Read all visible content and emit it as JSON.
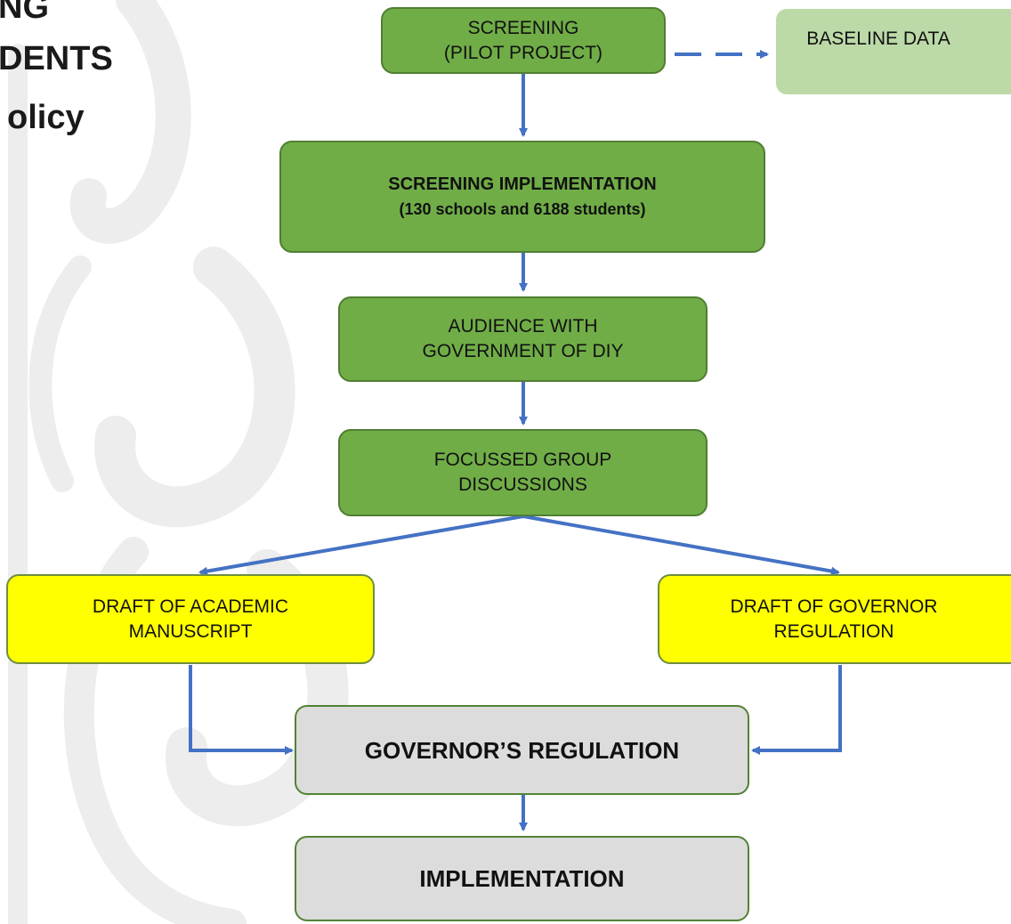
{
  "title": {
    "line1": "NG",
    "line2": "DENTS",
    "line3": "olicy"
  },
  "nodes": {
    "screening_pilot": [
      "SCREENING",
      "(PILOT PROJECT)"
    ],
    "baseline_data": [
      "BASELINE DATA"
    ],
    "screening_implementation": [
      "SCREENING IMPLEMENTATION",
      "(130 schools and 6188 students)"
    ],
    "audience": [
      "AUDIENCE WITH",
      "GOVERNMENT OF DIY"
    ],
    "fgd": [
      "FOCUSSED GROUP",
      "DISCUSSIONS"
    ],
    "draft_academic": [
      "DRAFT OF ACADEMIC",
      "MANUSCRIPT"
    ],
    "draft_governor": [
      "DRAFT OF GOVERNOR",
      "REGULATION"
    ],
    "governors_regulation": [
      "GOVERNOR’S REGULATION"
    ],
    "implementation": [
      "IMPLEMENTATION"
    ]
  },
  "colors": {
    "step_green": "#70ad47",
    "baseline_green": "#bcd9a8",
    "draft_yellow": "#ffff00",
    "final_grey": "#dcdcdc",
    "arrow_blue": "#4472c4"
  }
}
